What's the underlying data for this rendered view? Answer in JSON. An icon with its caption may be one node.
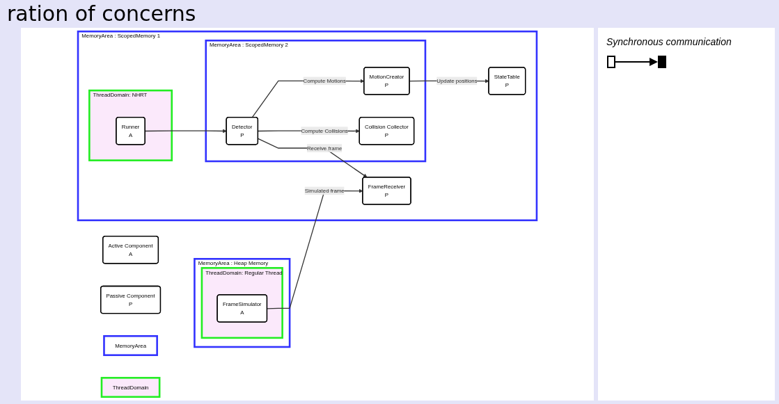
{
  "diagram": {
    "title": "ration of concerns",
    "nodes": [
      {
        "text": [
          "MemoryArea : ScopedMemory 1"
        ]
      },
      {
        "text": [
          "MemoryArea : ScopedMemory 2"
        ],
        "in": 0
      },
      {
        "text": [
          "StateTable",
          "P"
        ],
        "in": 0
      },
      {
        "text": [
          "MotionCreator",
          "P"
        ],
        "in": 1
      },
      {
        "text": [
          "ThreadDomain: NHRT"
        ],
        "in": 0
      },
      {
        "text": [
          "Runner",
          "A"
        ],
        "in": 4
      },
      {
        "text": [
          "Detector",
          "P"
        ],
        "in": 1
      },
      {
        "text": [
          "Collision Collector",
          "P"
        ],
        "in": 1
      },
      {
        "text": [
          "FrameReceiver",
          "P"
        ],
        "in": 0
      },
      {
        "text": [
          "MemoryArea : Heap Memory"
        ]
      },
      {
        "text": [
          "ThreadDomain: Regular Thread"
        ],
        "in": 9
      },
      {
        "text": [
          "FrameSimulator",
          "A"
        ],
        "in": 10
      },
      {
        "text": [
          "Active Component",
          "A"
        ]
      },
      {
        "text": [
          "Passive Component",
          "P"
        ]
      },
      {
        "text": [
          "MemoryArea"
        ]
      },
      {
        "text": [
          "ThreadDomain"
        ]
      }
    ],
    "edges": [
      {
        "from": 3,
        "to": 2,
        "arrow": "to",
        "label": "Update positions"
      },
      {
        "from": 6,
        "to": 3,
        "arrow": "to",
        "label": "Compute Motions"
      },
      {
        "from": 5,
        "to": 6,
        "arrow": "to"
      },
      {
        "from": 6,
        "to": 7,
        "arrow": "to",
        "label": "Compute Collisions"
      },
      {
        "from": 6,
        "to": 8,
        "arrow": "to",
        "label": "Receive frame"
      },
      {
        "from": 11,
        "to": 8,
        "arrow": "to",
        "label": "Simulated frame"
      }
    ],
    "legend": [
      {
        "text": "Synchronous communication"
      }
    ]
  }
}
